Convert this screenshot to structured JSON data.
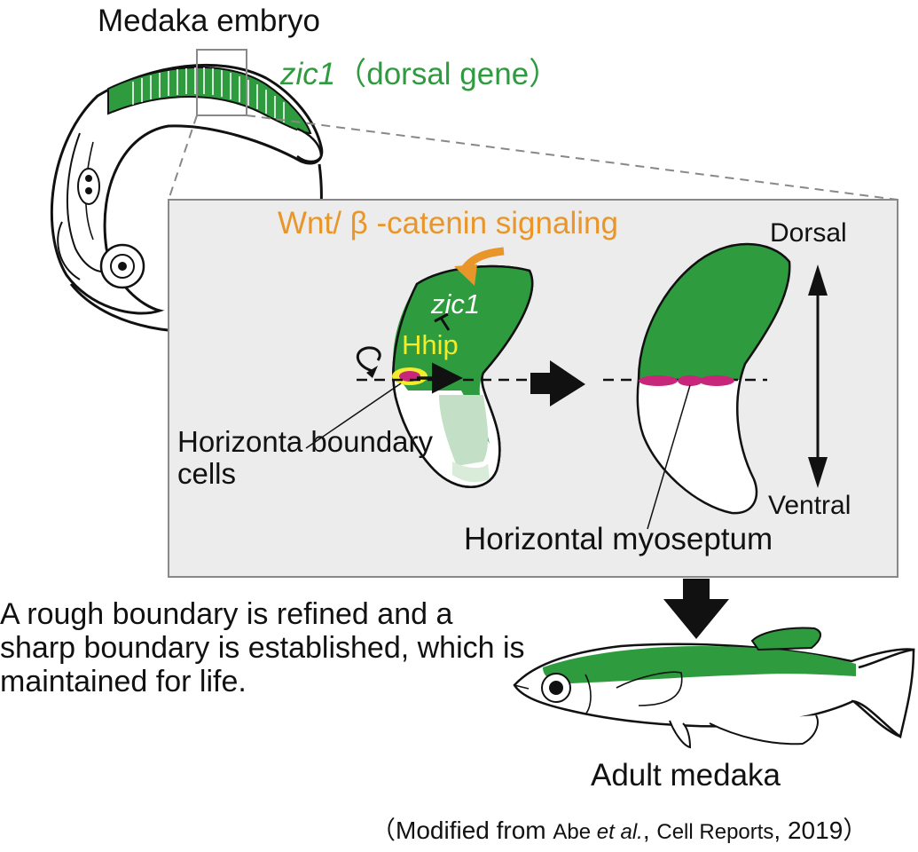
{
  "labels": {
    "embryo_title": "Medaka embryo",
    "gene_name": "zic1",
    "gene_desc": "（dorsal gene）",
    "signaling": "Wnt/ β -catenin signaling",
    "zic1_inner": "zic1",
    "hhip": "Hhip",
    "dorsal": "Dorsal",
    "ventral": "Ventral",
    "boundary_cells": "Horizonta boundary cells",
    "myoseptum": "Horizontal myoseptum",
    "description": "A rough boundary is refined and a sharp boundary is established, which is maintained for life.",
    "adult": "Adult medaka"
  },
  "citation": {
    "prefix": "（Modified from ",
    "authors": "Abe ",
    "etal": "et al.",
    "middle": ", ",
    "journal": "Cell Reports",
    "suffix": ", 2019）"
  },
  "colors": {
    "dorsal_green": "#2e9b3e",
    "signal_orange": "#e8962a",
    "hhip_yellow": "#f2ec2c",
    "boundary_magenta": "#c8267a",
    "inset_bg": "#ececec"
  }
}
